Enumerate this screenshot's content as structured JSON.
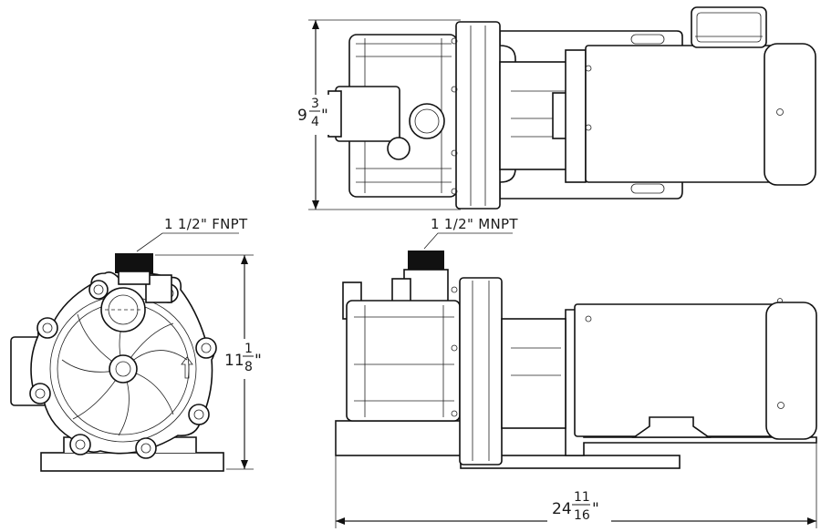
{
  "drawing": {
    "views": [
      "top-view",
      "front-view",
      "side-view"
    ]
  },
  "dimensions": {
    "top_height": {
      "whole": "9",
      "num": "3",
      "den": "4",
      "unit": "\""
    },
    "side_height": {
      "whole": "11",
      "num": "1",
      "den": "8",
      "unit": "\""
    },
    "overall_length": {
      "whole": "24",
      "num": "11",
      "den": "16",
      "unit": "\""
    }
  },
  "callouts": {
    "inlet": "1 1/2\" FNPT",
    "outlet": "1 1/2\" MNPT"
  },
  "colors": {
    "line": "#111111",
    "background": "#ffffff"
  }
}
